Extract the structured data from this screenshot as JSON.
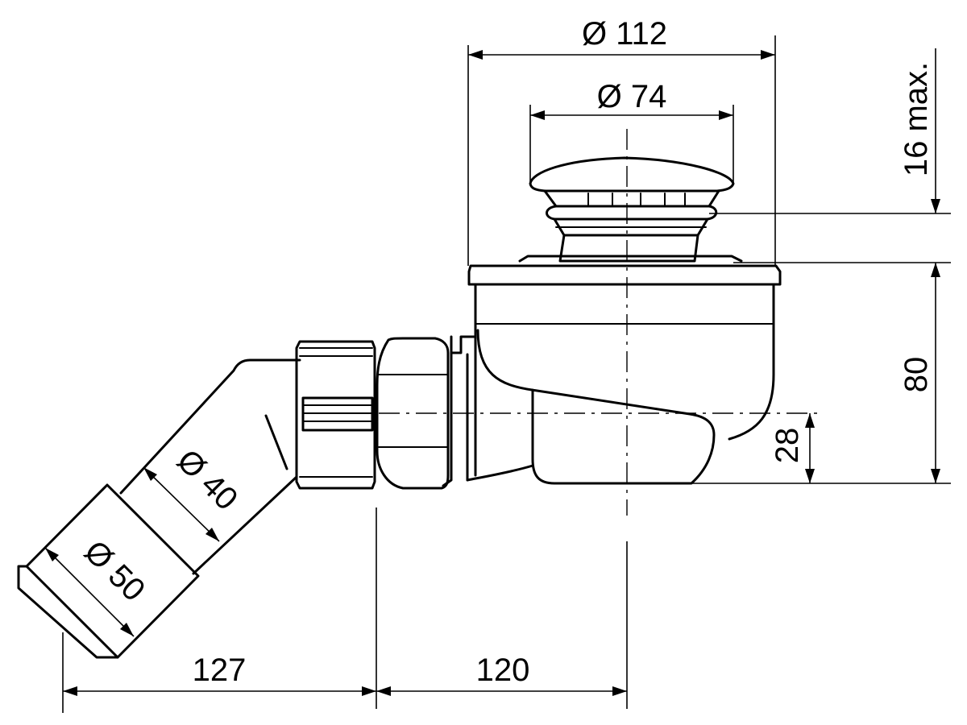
{
  "dimensions": {
    "d_112": "Ø 112",
    "d_74": "Ø 74",
    "h_16": "16 max.",
    "h_80": "80",
    "h_28": "28",
    "d_40": "Ø 40",
    "d_50": "Ø 50",
    "l_127": "127",
    "l_120": "120"
  }
}
